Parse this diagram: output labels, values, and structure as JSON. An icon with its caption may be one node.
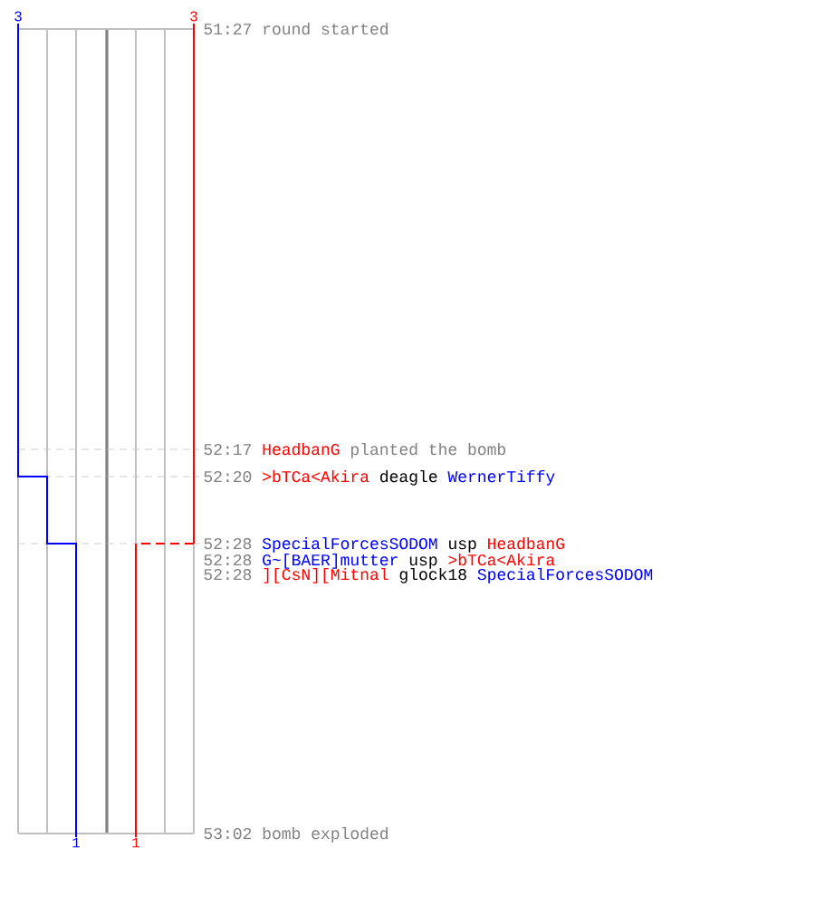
{
  "diagram": {
    "labels": [
      "3",
      "3",
      "51:27",
      "round started",
      "52:17",
      "HeadbanG",
      "planted the bomb",
      "52:20",
      ">bTCa<Akira",
      "deagle",
      "WernerTiffy",
      "52:28",
      "SpecialForcesSODOM",
      "usp",
      "HeadbanG",
      "52:28",
      "G~[BAER]mutter",
      "usp",
      ">bTCa<Akira",
      "52:28",
      "][CsN][Mitnal",
      "glock18",
      "SpecialForcesSODOM",
      "1",
      "1",
      "53:02",
      "bomb exploded"
    ]
  }
}
